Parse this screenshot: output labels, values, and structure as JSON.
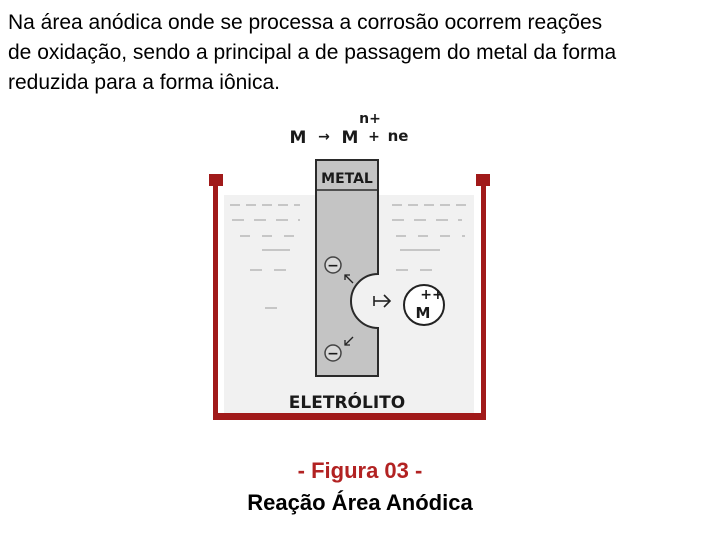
{
  "intro": {
    "line1": "Na área anódica onde se processa a corrosão ocorrem reações",
    "line2": "de oxidação, sendo a principal a de passagem do metal da forma",
    "line3": "reduzida para a forma iônica."
  },
  "figure": {
    "equation": {
      "left": "M",
      "arrow": "→",
      "right": "M",
      "superscript": "n+",
      "plus": "+",
      "electrons": "ne"
    },
    "metal_label": "METAL",
    "electrolyte_label": "ELETRÓLITO",
    "electron_symbol": "−",
    "ion_charge": "++",
    "ion_label": "M",
    "colors": {
      "container": "#a11a1a",
      "electrolyte": "#f1f1f1",
      "metal": "#c4c4c4"
    }
  },
  "caption": {
    "line1": "- Figura 03 -",
    "line2": "Reação Área Anódica"
  }
}
